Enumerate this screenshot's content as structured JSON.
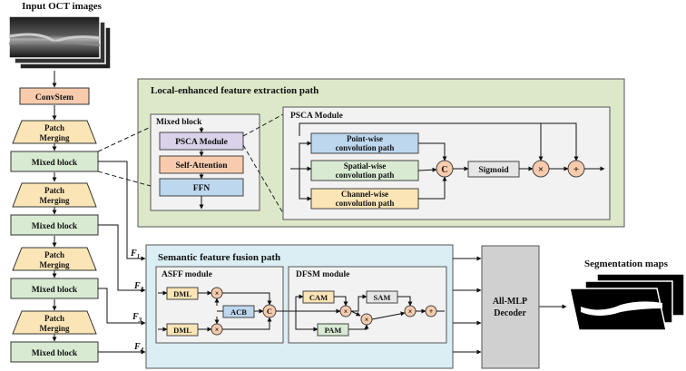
{
  "input_title": "Input OCT images",
  "left_column": {
    "convstem": "ConvStem",
    "patch_merging_1": [
      "Patch",
      "Merging"
    ],
    "mixed_block_1": "Mixed block",
    "patch_merging_2": [
      "Patch",
      "Merging"
    ],
    "mixed_block_2": "Mixed block",
    "patch_merging_3": [
      "Patch",
      "Merging"
    ],
    "mixed_block_3": "Mixed block",
    "patch_merging_4": [
      "Patch",
      "Merging"
    ],
    "mixed_block_4": "Mixed block"
  },
  "feature_labels": {
    "f1": "F",
    "f1_sub": "1",
    "f2": "F",
    "f2_sub": "2",
    "f3": "F",
    "f3_sub": "3",
    "f4": "F",
    "f4_sub": "4"
  },
  "local_path": {
    "title": "Local-enhanced feature extraction path",
    "mixed_block_title": "Mixed block",
    "psca_module_btn": "PSCA Module",
    "self_attention": "Self-Attention",
    "ffn": "FFN",
    "psca_title": "PSCA Module",
    "point_wise": [
      "Point-wise",
      "convolution path"
    ],
    "spatial_wise": [
      "Spatial-wise",
      "convolution path"
    ],
    "channel_wise": [
      "Channel-wise",
      "convolution path"
    ],
    "concat": "C",
    "sigmoid": "Sigmoid",
    "multiply": "×",
    "add": "+"
  },
  "semantic_path": {
    "title": "Semantic feature fusion path",
    "asff_title": "ASFF module",
    "dml_1": "DML",
    "dml_2": "DML",
    "acb": "ACB",
    "concat": "C",
    "dfsm_title": "DFSM module",
    "cam": "CAM",
    "sam": "SAM",
    "pam": "PAM",
    "multiply": "×",
    "add": "+"
  },
  "decoder": [
    "All-MLP",
    "Decoder"
  ],
  "output_title": "Segmentation maps",
  "colors": {
    "convstem_fill": "#f8cbad",
    "patch_fill": "#fbe5b6",
    "mixed_fill": "#d9ead3",
    "local_bg": "#dde8c9",
    "semantic_bg": "#daeef3",
    "inner_bg": "#f2f2f2",
    "psca_btn": "#d9d2e9",
    "self_attn": "#f8cbad",
    "ffn": "#bdd7ee",
    "decoder": "#d0d0d0",
    "op_circle": "#f8cbad"
  }
}
